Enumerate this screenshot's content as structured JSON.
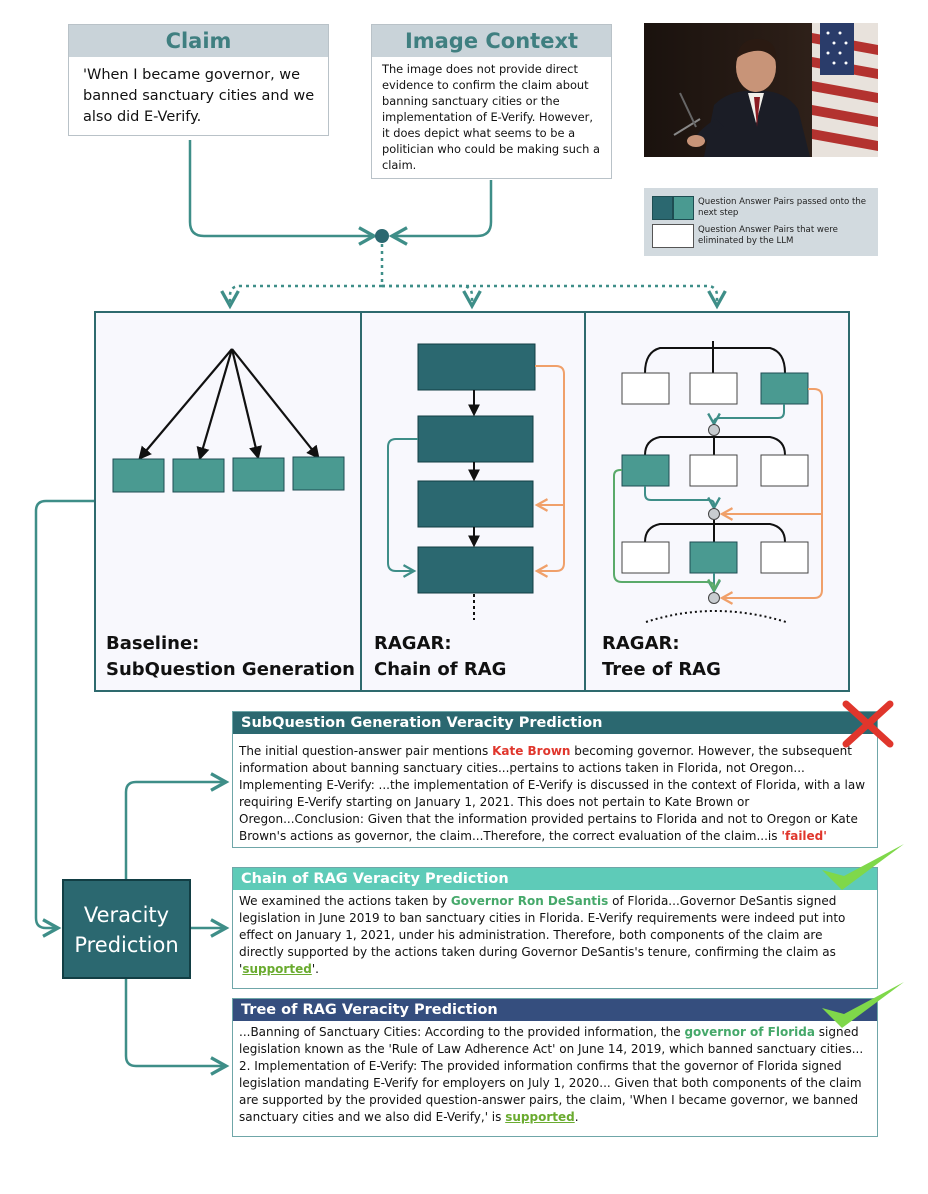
{
  "colors": {
    "teal_dark": "#2b6870",
    "teal_mid": "#4a9a91",
    "teal_light": "#5ecbb8",
    "navy": "#354e7e",
    "orange": "#f0a06a",
    "green_arrow": "#5aaa6a",
    "red_x": "#e0362c",
    "check_green": "#7fd84a"
  },
  "claim": {
    "title": "Claim",
    "text": "'When I became governor, we banned sanctuary cities and we also did E-Verify."
  },
  "image_context": {
    "title": "Image Context",
    "text": "The image does not provide direct evidence to confirm the claim about banning sanctuary cities or the implementation of E-Verify. However, it does depict what seems to be a politician who could be making such a claim."
  },
  "legend": {
    "passed": "Question Answer Pairs passed onto the next step",
    "eliminated": "Question Answer Pairs that were eliminated by the LLM"
  },
  "methods": [
    {
      "line1": "Baseline:",
      "line2": "SubQuestion Generation"
    },
    {
      "line1": "RAGAR:",
      "line2": "Chain of RAG"
    },
    {
      "line1": "RAGAR:",
      "line2": "Tree of RAG"
    }
  ],
  "veracity_node": {
    "line1": "Veracity",
    "line2": "Prediction"
  },
  "predictions": {
    "subq": {
      "title": "SubQuestion Generation Veracity Prediction",
      "p1": " The initial question-answer pair mentions ",
      "h1": "Kate Brown",
      "p2": " becoming governor. However, the subsequent information about banning sanctuary cities...pertains to actions taken in Florida, not Oregon... Implementing E-Verify: ...the implementation of E-Verify is discussed in the context of Florida, with a law requiring E-Verify starting on January 1, 2021. This does not pertain to Kate Brown or Oregon...Conclusion: Given that the information provided pertains to Florida and not to Oregon or Kate Brown's actions as governor, the claim...Therefore, the correct evaluation of the claim...is ",
      "h2": "'failed'",
      "verdict": "incorrect"
    },
    "chain": {
      "title": "Chain of RAG Veracity Prediction",
      "p1": "We examined the actions taken by ",
      "h1": "Governor Ron DeSantis",
      "p2": " of Florida...Governor DeSantis signed legislation in June 2019 to ban sanctuary cities in Florida. E-Verify requirements were indeed put into effect on January 1, 2021, under his administration. Therefore, both components of the claim are directly supported by the actions taken during Governor DeSantis's tenure, confirming the claim as '",
      "h2": "supported",
      "p3": "'.",
      "verdict": "correct"
    },
    "tree": {
      "title": "Tree of RAG Veracity Prediction",
      "p1": " ...Banning of Sanctuary Cities:  According to the provided information, the ",
      "h1": "governor of Florida",
      "p2": " signed legislation known as the 'Rule of Law Adherence Act' on June 14, 2019, which banned sanctuary cities... 2. Implementation of E-Verify: The provided information confirms that the governor of Florida signed legislation mandating E-Verify for employers on July 1, 2020... Given that both components of the claim are supported by the provided question-answer pairs, the claim, 'When I became governor, we banned sanctuary cities and we also did E-Verify,' is ",
      "h2": "supported",
      "p3": ".",
      "verdict": "correct"
    }
  }
}
